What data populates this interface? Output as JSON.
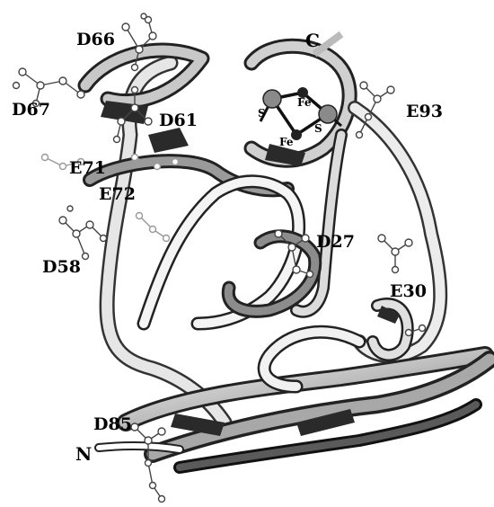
{
  "figure": {
    "termini": {
      "c": "C",
      "n": "N"
    },
    "cluster": {
      "s1": "S",
      "s2": "S",
      "fe1": "Fe",
      "fe2": "Fe"
    },
    "residues": {
      "d66": "D66",
      "d67": "D67",
      "d61": "D61",
      "e71": "E71",
      "e72": "E72",
      "d58": "D58",
      "d27": "D27",
      "e30": "E30",
      "e93": "E93",
      "d85": "D85"
    }
  }
}
